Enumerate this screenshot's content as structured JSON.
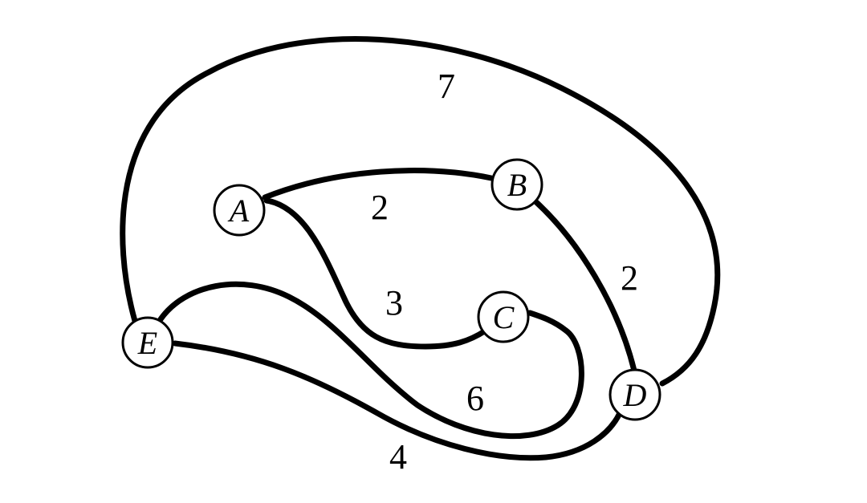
{
  "graph": {
    "nodes": [
      {
        "id": "A",
        "label": "A"
      },
      {
        "id": "B",
        "label": "B"
      },
      {
        "id": "C",
        "label": "C"
      },
      {
        "id": "D",
        "label": "D"
      },
      {
        "id": "E",
        "label": "E"
      }
    ],
    "edges": [
      {
        "from": "A",
        "to": "B",
        "weight": "2"
      },
      {
        "from": "A",
        "to": "C",
        "weight": "3"
      },
      {
        "from": "B",
        "to": "D",
        "weight": "2"
      },
      {
        "from": "E",
        "to": "D",
        "weight": "7"
      },
      {
        "from": "E",
        "to": "C",
        "weight": "6"
      },
      {
        "from": "E",
        "to": "D",
        "weight": "4"
      }
    ]
  },
  "colors": {
    "stroke": "#000000",
    "node_fill": "#ffffff",
    "background": "#ffffff"
  }
}
